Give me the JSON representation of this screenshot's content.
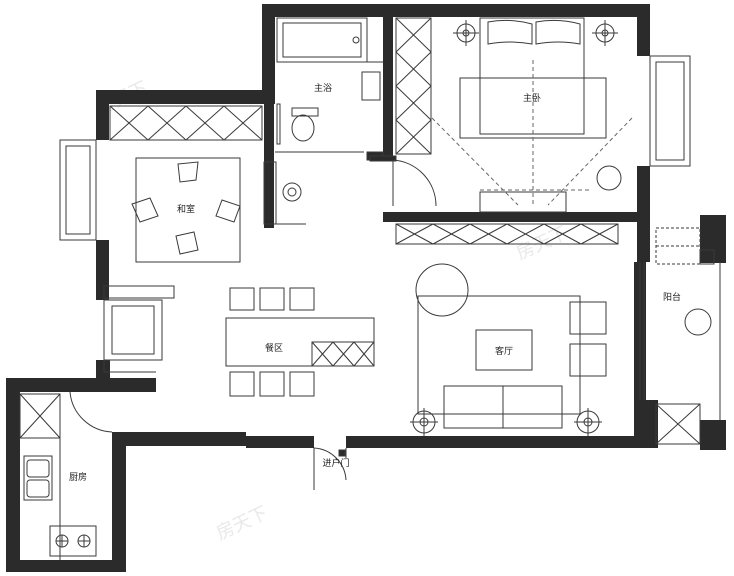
{
  "rooms": {
    "master_bath": "主浴",
    "master_bedroom": "主卧",
    "tatami_room": "和室",
    "dining": "餐区",
    "living": "客厅",
    "balcony": "阳台",
    "kitchen": "厨房",
    "entrance": "进户门"
  },
  "colors": {
    "wall": "#2b2b2b",
    "line": "#3a3a3a",
    "dash": "#666666"
  }
}
